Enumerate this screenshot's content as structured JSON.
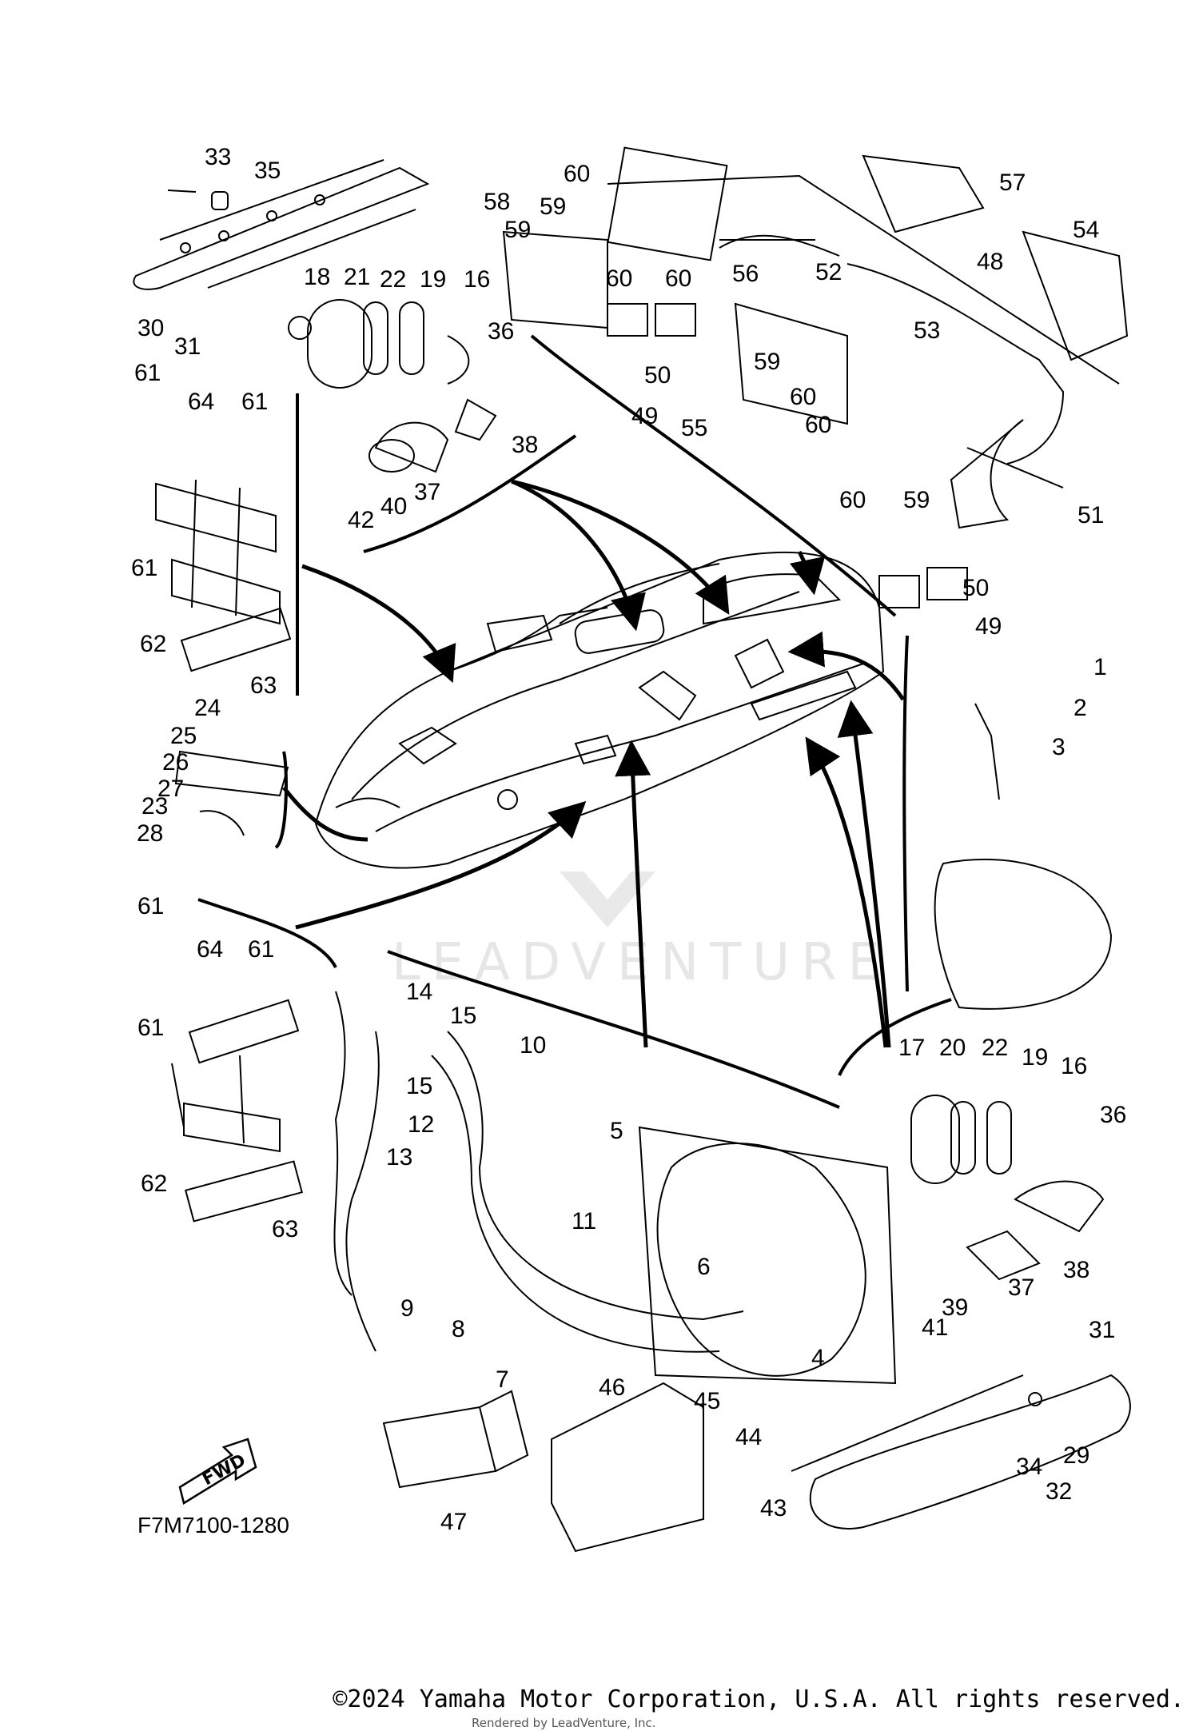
{
  "diagram_code": "F7M7100-1280",
  "fwd_label": "FWD",
  "watermark": "LEADVENTURE",
  "copyright": "©2024 Yamaha Motor Corporation, U.S.A. All rights reserved.",
  "rendered_by": "Rendered by LeadVenture, Inc.",
  "colors": {
    "line": "#000000",
    "watermark": "#e6e6e6",
    "background": "#ffffff"
  },
  "part_labels": [
    "33",
    "35",
    "30",
    "31",
    "18",
    "21",
    "22",
    "19",
    "16",
    "36",
    "38",
    "37",
    "40",
    "42",
    "61",
    "64",
    "61",
    "61",
    "62",
    "63",
    "24",
    "25",
    "26",
    "27",
    "23",
    "28",
    "61",
    "64",
    "61",
    "61",
    "62",
    "63",
    "60",
    "59",
    "59",
    "58",
    "60",
    "60",
    "56",
    "50",
    "49",
    "57",
    "52",
    "54",
    "48",
    "53",
    "59",
    "60",
    "60",
    "60",
    "59",
    "55",
    "51",
    "50",
    "49",
    "1",
    "2",
    "3",
    "14",
    "15",
    "15",
    "12",
    "13",
    "10",
    "11",
    "5",
    "6",
    "4",
    "9",
    "8",
    "7",
    "17",
    "20",
    "22",
    "19",
    "16",
    "36",
    "37",
    "38",
    "39",
    "41",
    "31",
    "29",
    "34",
    "32",
    "46",
    "45",
    "44",
    "43",
    "47"
  ]
}
